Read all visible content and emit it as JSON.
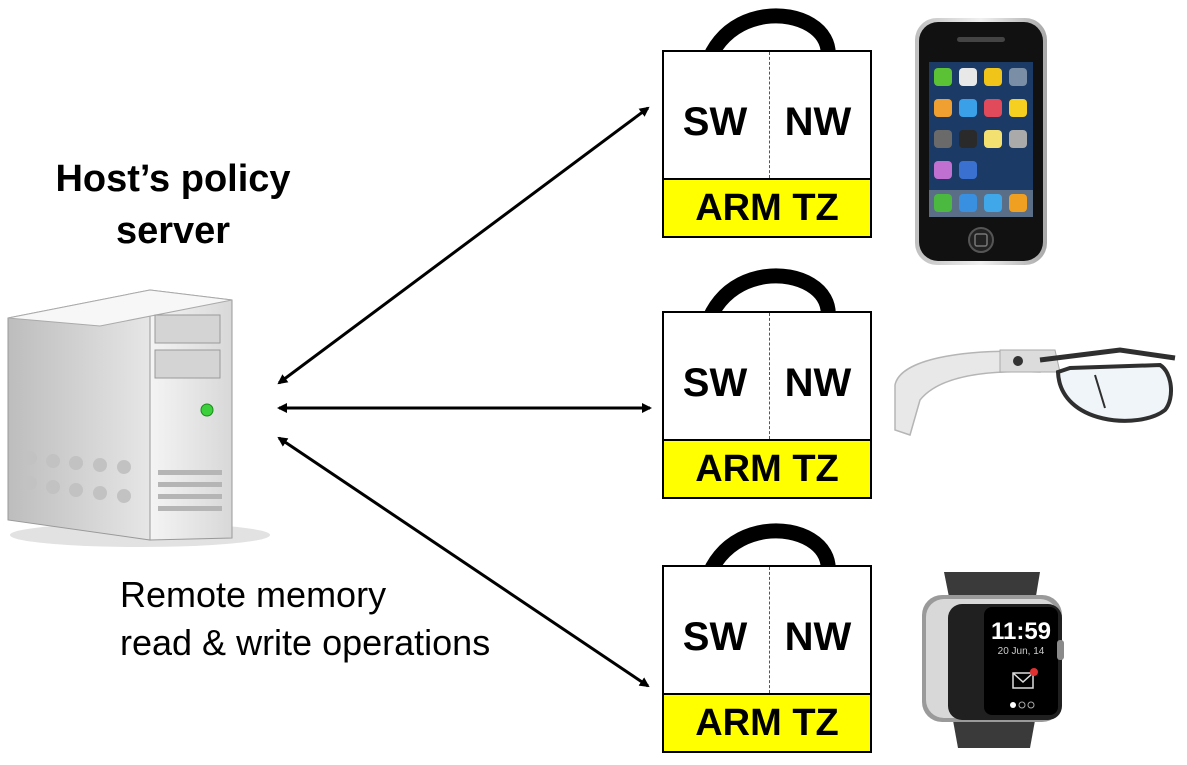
{
  "server": {
    "title_line1": "Host’s policy",
    "title_line2": "server"
  },
  "caption": {
    "line1": "Remote memory",
    "line2": "read & write operations"
  },
  "devices": [
    {
      "sw_label": "SW",
      "nw_label": "NW",
      "tz_label": "ARM TZ",
      "device_icon": "smartphone-icon"
    },
    {
      "sw_label": "SW",
      "nw_label": "NW",
      "tz_label": "ARM TZ",
      "device_icon": "smart-glasses-icon"
    },
    {
      "sw_label": "SW",
      "nw_label": "NW",
      "tz_label": "ARM TZ",
      "device_icon": "smartwatch-icon"
    }
  ],
  "watch_screen": {
    "time": "11:59",
    "date": "20 Jun, 14"
  },
  "colors": {
    "tz_bar": "#ffff00",
    "server_led": "#3cd03c"
  }
}
